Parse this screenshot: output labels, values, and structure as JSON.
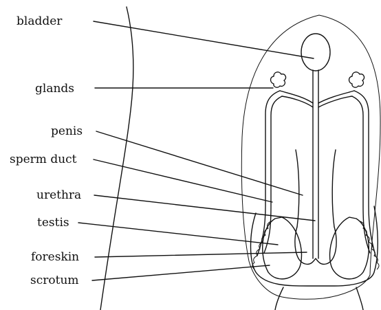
{
  "labels": {
    "bladder": "bladder",
    "glands": "glands",
    "penis": "penis",
    "sperm_duct": "sperm duct",
    "urethra": "urethra",
    "testis": "testis",
    "foreskin": "foreskin",
    "scrotum": "scrotum"
  },
  "colors": {
    "stroke": "#111111",
    "background": "#ffffff"
  }
}
